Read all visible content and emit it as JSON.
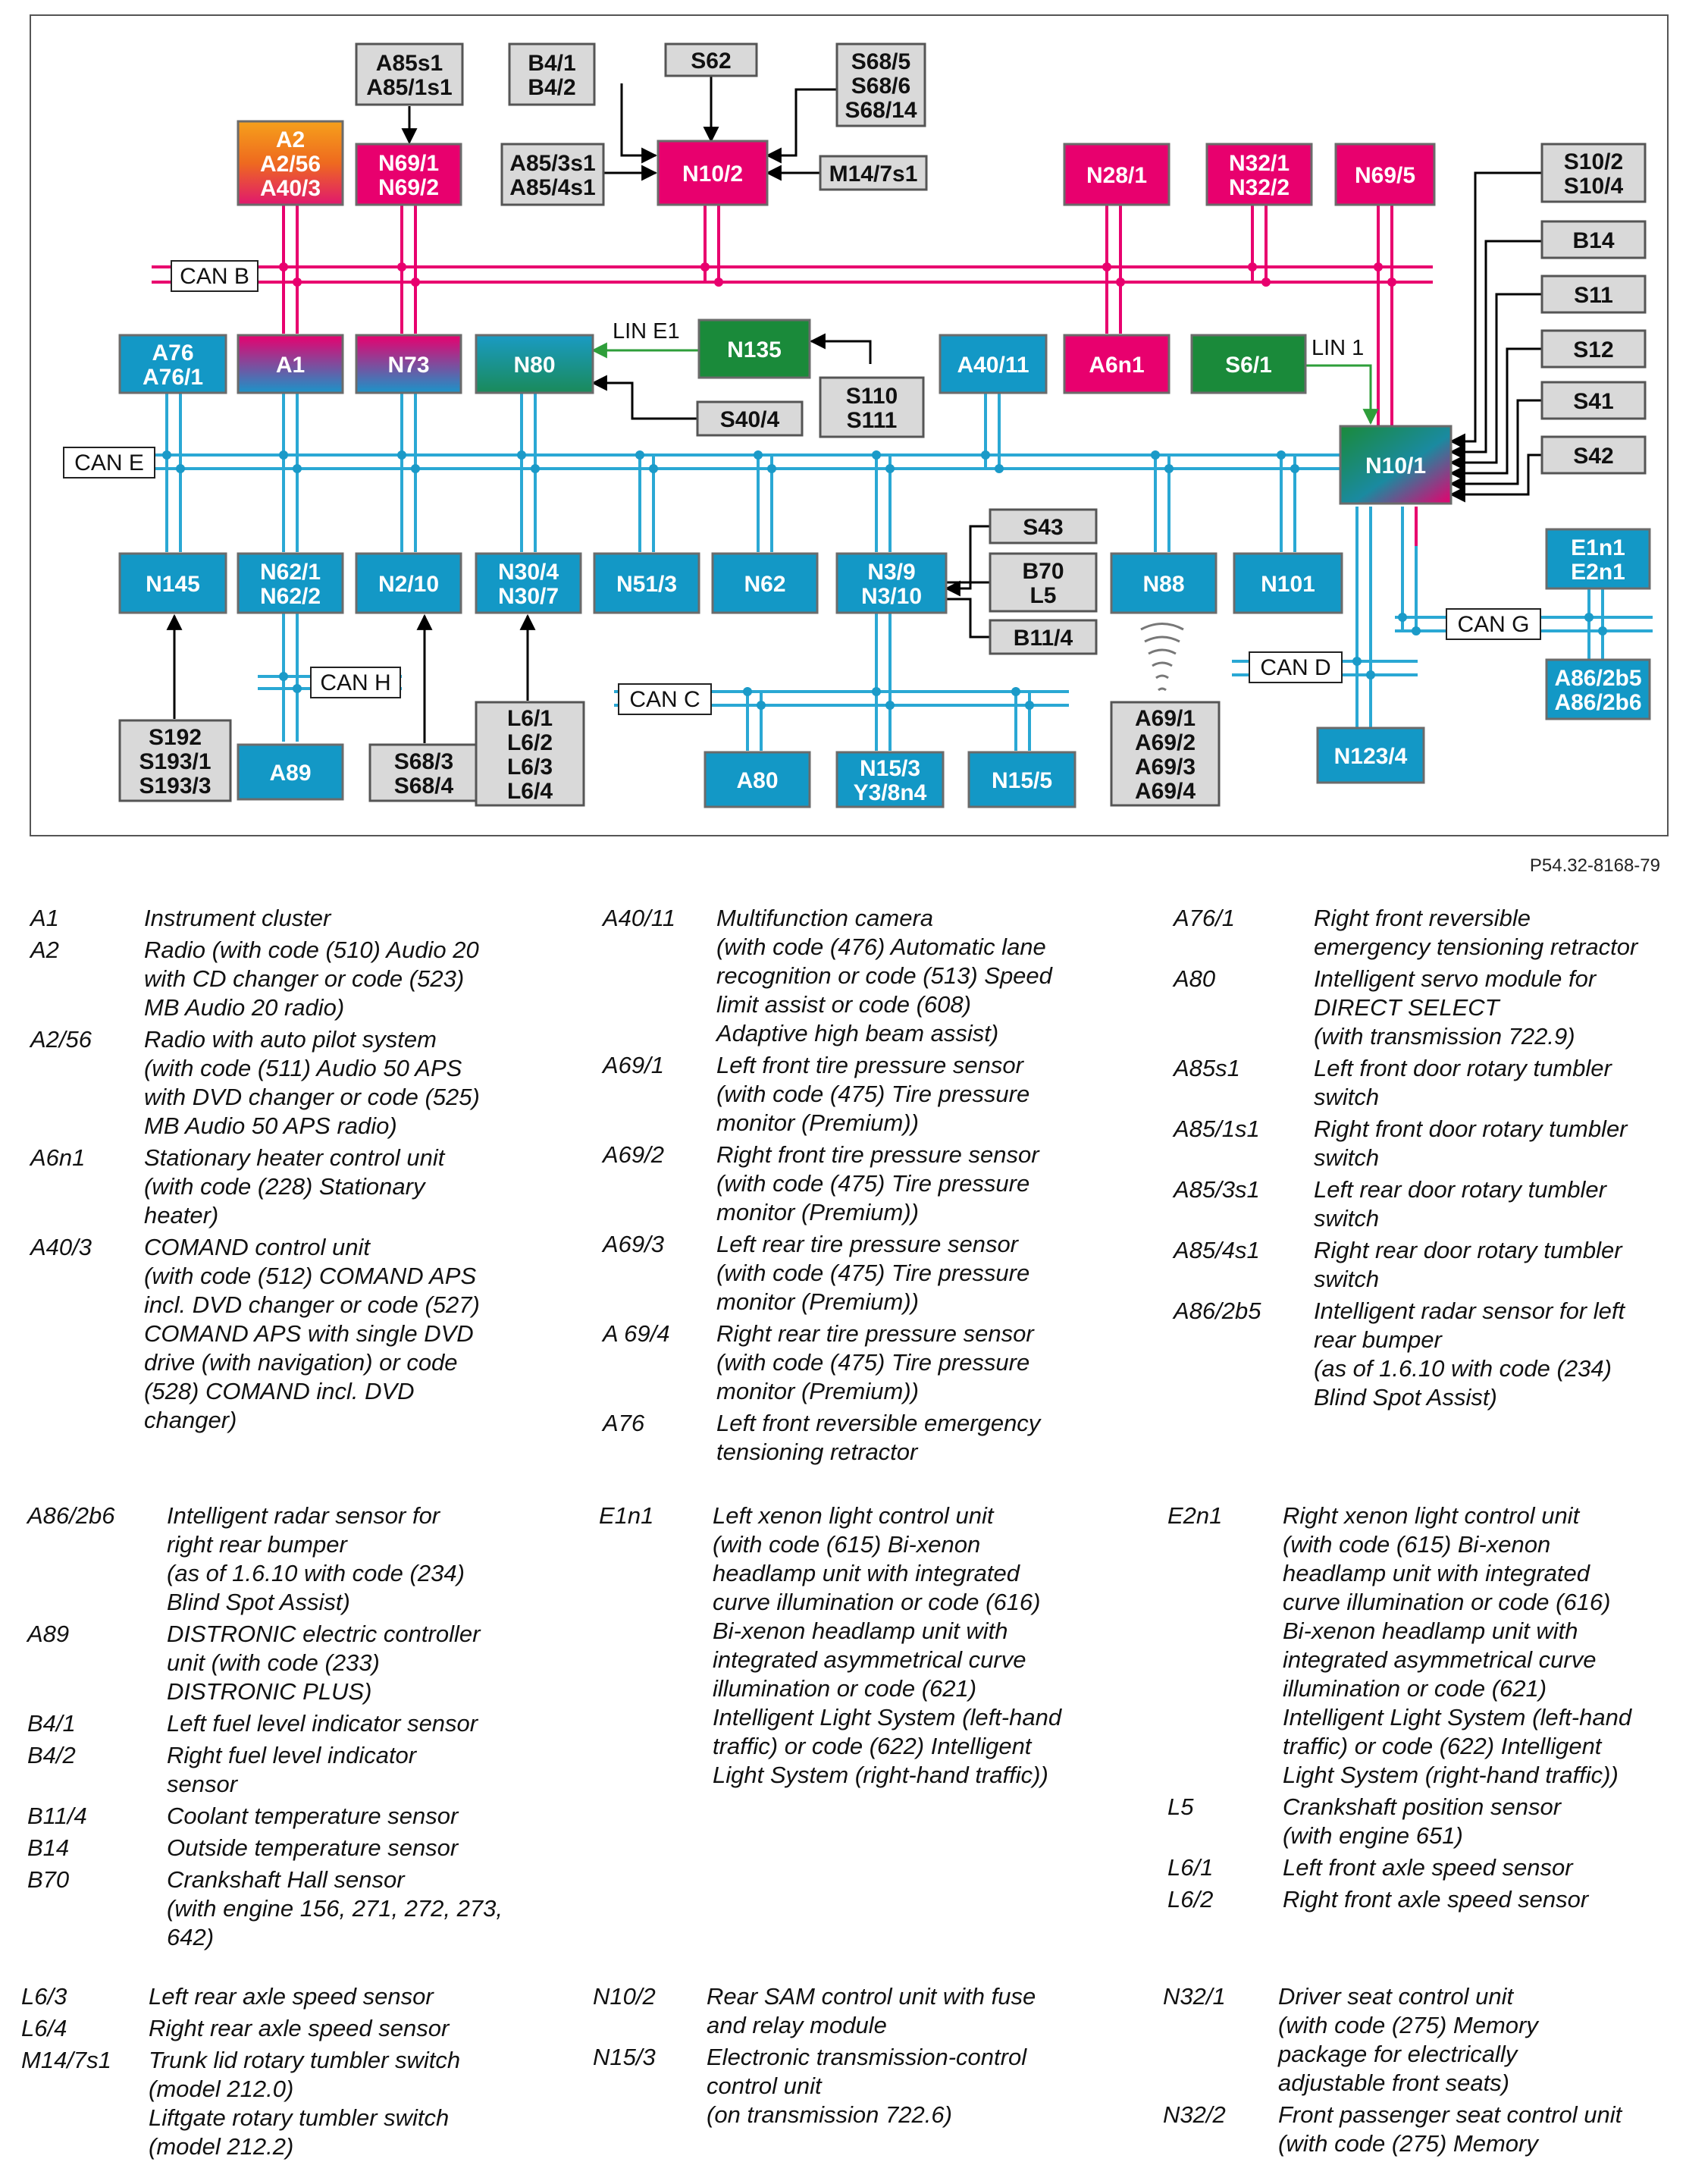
{
  "diagram": {
    "figure_ref": "P54.32-8168-79",
    "colors": {
      "magenta": "#e8006e",
      "cyan": "#1398c6",
      "green": "#1a8a3a",
      "gray": "#d9d9d9",
      "bus_magenta": "#e8006e",
      "bus_cyan": "#2aa8d4",
      "lin_green": "#2e9e3a"
    },
    "buses": {
      "can_b": "CAN B",
      "can_e": "CAN E",
      "can_h": "CAN H",
      "can_c": "CAN C",
      "can_d": "CAN D",
      "can_g": "CAN G",
      "lin_e1": "LIN E1",
      "lin_1": "LIN 1"
    },
    "nodes": {
      "a2": [
        "A2",
        "A2/56",
        "A40/3"
      ],
      "n69_1": [
        "N69/1",
        "N69/2"
      ],
      "a85s1": [
        "A85s1",
        "A85/1s1"
      ],
      "b4": [
        "B4/1",
        "B4/2"
      ],
      "s62": [
        "S62"
      ],
      "s68_5": [
        "S68/5",
        "S68/6",
        "S68/14"
      ],
      "a85_3s1": [
        "A85/3s1",
        "A85/4s1"
      ],
      "n10_2": [
        "N10/2"
      ],
      "m14": [
        "M14/7s1"
      ],
      "n28_1": [
        "N28/1"
      ],
      "n32": [
        "N32/1",
        "N32/2"
      ],
      "n69_5": [
        "N69/5"
      ],
      "s10": [
        "S10/2",
        "S10/4"
      ],
      "b14": [
        "B14"
      ],
      "s11": [
        "S11"
      ],
      "s12": [
        "S12"
      ],
      "s41": [
        "S41"
      ],
      "s42": [
        "S42"
      ],
      "a76": [
        "A76",
        "A76/1"
      ],
      "a1": [
        "A1"
      ],
      "n73": [
        "N73"
      ],
      "n80": [
        "N80"
      ],
      "n135": [
        "N135"
      ],
      "s40_4": [
        "S40/4"
      ],
      "s110": [
        "S110",
        "S111"
      ],
      "a40_11": [
        "A40/11"
      ],
      "a6n1": [
        "A6n1"
      ],
      "s6_1": [
        "S6/1"
      ],
      "n10_1": [
        "N10/1"
      ],
      "n145": [
        "N145"
      ],
      "n62_1": [
        "N62/1",
        "N62/2"
      ],
      "n2_10": [
        "N2/10"
      ],
      "n30_4": [
        "N30/4",
        "N30/7"
      ],
      "n51_3": [
        "N51/3"
      ],
      "n62": [
        "N62"
      ],
      "n3_9": [
        "N3/9",
        "N3/10"
      ],
      "s43": [
        "S43"
      ],
      "b70": [
        "B70",
        "L5"
      ],
      "b11_4": [
        "B11/4"
      ],
      "n88": [
        "N88"
      ],
      "n101": [
        "N101"
      ],
      "e1n1": [
        "E1n1",
        "E2n1"
      ],
      "s192": [
        "S192",
        "S193/1",
        "S193/3"
      ],
      "a89": [
        "A89"
      ],
      "s68_3": [
        "S68/3",
        "S68/4"
      ],
      "l6": [
        "L6/1",
        "L6/2",
        "L6/3",
        "L6/4"
      ],
      "a80": [
        "A80"
      ],
      "n15_3": [
        "N15/3",
        "Y3/8n4"
      ],
      "n15_5": [
        "N15/5"
      ],
      "a69": [
        "A69/1",
        "A69/2",
        "A69/3",
        "A69/4"
      ],
      "n123_4": [
        "N123/4"
      ],
      "a86": [
        "A86/2b5",
        "A86/2b6"
      ]
    }
  },
  "legend": {
    "block1": {
      "col1": [
        {
          "code": "A1",
          "desc": [
            "Instrument cluster"
          ]
        },
        {
          "code": "A2",
          "desc": [
            "Radio (with code (510) Audio 20",
            "with CD changer or code (523)",
            "MB Audio 20 radio)"
          ]
        },
        {
          "code": "A2/56",
          "desc": [
            "Radio with auto pilot system",
            "(with code (511) Audio 50 APS",
            "with DVD changer or code (525)",
            "MB Audio 50 APS radio)"
          ]
        },
        {
          "code": "A6n1",
          "desc": [
            "Stationary heater control unit",
            "(with code (228) Stationary",
            "heater)"
          ]
        },
        {
          "code": "A40/3",
          "desc": [
            "COMAND control unit",
            "(with code (512) COMAND APS",
            "incl. DVD changer or code (527)",
            "COMAND APS with single DVD",
            "drive (with navigation) or code",
            "(528) COMAND incl. DVD",
            "changer)"
          ]
        }
      ],
      "col2": [
        {
          "code": "A40/11",
          "desc": [
            "Multifunction camera",
            "(with code (476) Automatic lane",
            "recognition or code (513) Speed",
            "limit assist or code (608)",
            "Adaptive high beam assist)"
          ]
        },
        {
          "code": "A69/1",
          "desc": [
            "Left front tire pressure sensor",
            "(with code (475) Tire pressure",
            "monitor (Premium))"
          ]
        },
        {
          "code": "A69/2",
          "desc": [
            "Right front tire pressure sensor",
            "(with code (475) Tire pressure",
            "monitor (Premium))"
          ]
        },
        {
          "code": "A69/3",
          "desc": [
            "Left rear tire pressure sensor",
            "(with code (475) Tire pressure",
            "monitor (Premium))"
          ]
        },
        {
          "code": "A 69/4",
          "desc": [
            "Right rear tire pressure sensor",
            "(with code (475) Tire pressure",
            "monitor (Premium))"
          ]
        },
        {
          "code": "A76",
          "desc": [
            "Left front reversible emergency",
            "tensioning retractor"
          ]
        }
      ],
      "col3": [
        {
          "code": "A76/1",
          "desc": [
            "Right front reversible",
            "emergency tensioning retractor"
          ]
        },
        {
          "code": "A80",
          "desc": [
            "Intelligent servo module for",
            "DIRECT SELECT",
            "(with transmission 722.9)"
          ]
        },
        {
          "code": "A85s1",
          "desc": [
            "Left front door rotary tumbler",
            "switch"
          ]
        },
        {
          "code": "A85/1s1",
          "desc": [
            "Right front door rotary tumbler",
            "switch"
          ]
        },
        {
          "code": "A85/3s1",
          "desc": [
            "Left rear door rotary tumbler",
            "switch"
          ]
        },
        {
          "code": "A85/4s1",
          "desc": [
            "Right rear door rotary tumbler",
            "switch"
          ]
        },
        {
          "code": "A86/2b5",
          "desc": [
            "Intelligent radar sensor for left",
            "rear bumper",
            "(as of 1.6.10 with code (234)",
            "Blind Spot Assist)"
          ]
        }
      ]
    },
    "block2": {
      "col1": [
        {
          "code": "A86/2b6",
          "desc": [
            "Intelligent radar sensor for",
            "right rear bumper",
            "(as of 1.6.10 with code (234)",
            "Blind Spot Assist)"
          ]
        },
        {
          "code": "A89",
          "desc": [
            "DISTRONIC electric controller",
            "unit (with code (233)",
            "DISTRONIC PLUS)"
          ]
        },
        {
          "code": "B4/1",
          "desc": [
            "Left fuel level indicator sensor"
          ]
        },
        {
          "code": "B4/2",
          "desc": [
            "Right fuel level indicator",
            "sensor"
          ]
        },
        {
          "code": "B11/4",
          "desc": [
            "Coolant temperature sensor"
          ]
        },
        {
          "code": "B14",
          "desc": [
            "Outside temperature sensor"
          ]
        },
        {
          "code": "B70",
          "desc": [
            "Crankshaft Hall sensor",
            "(with engine 156, 271, 272, 273,",
            "642)"
          ]
        }
      ],
      "col2": [
        {
          "code": "E1n1",
          "desc": [
            "Left xenon light control unit",
            "(with code (615) Bi-xenon",
            "headlamp unit with integrated",
            "curve illumination or code (616)",
            "Bi-xenon headlamp unit with",
            "integrated asymmetrical curve",
            "illumination or code (621)",
            "Intelligent Light System (left-hand",
            "traffic) or code (622) Intelligent",
            "Light System (right-hand traffic))"
          ]
        }
      ],
      "col3": [
        {
          "code": "E2n1",
          "desc": [
            "Right xenon light control unit",
            "(with code (615) Bi-xenon",
            "headlamp unit with integrated",
            "curve illumination or code (616)",
            "Bi-xenon headlamp unit with",
            "integrated asymmetrical curve",
            "illumination or code (621)",
            "Intelligent Light System (left-hand",
            "traffic) or code (622) Intelligent",
            "Light System (right-hand traffic))"
          ]
        },
        {
          "code": "L5",
          "desc": [
            "Crankshaft position sensor",
            "(with engine 651)"
          ]
        },
        {
          "code": "L6/1",
          "desc": [
            "Left front axle speed sensor"
          ]
        },
        {
          "code": "L6/2",
          "desc": [
            "Right front axle speed sensor"
          ]
        }
      ]
    },
    "block3": {
      "col1": [
        {
          "code": "L6/3",
          "desc": [
            "Left rear axle speed sensor"
          ]
        },
        {
          "code": "L6/4",
          "desc": [
            "Right rear axle speed sensor"
          ]
        },
        {
          "code": "M14/7s1",
          "desc": [
            "Trunk lid rotary tumbler switch",
            "(model 212.0)",
            "Liftgate rotary tumbler switch",
            "(model 212.2)"
          ]
        }
      ],
      "col2": [
        {
          "code": "N10/2",
          "desc": [
            "Rear SAM control unit with fuse",
            "and relay module"
          ]
        },
        {
          "code": "N15/3",
          "desc": [
            "Electronic transmission-control",
            "control unit",
            "(on transmission 722.6)"
          ]
        }
      ],
      "col3": [
        {
          "code": "N32/1",
          "desc": [
            "Driver seat control unit",
            "(with code (275) Memory",
            "package for electrically",
            "adjustable front seats)"
          ]
        },
        {
          "code": "N32/2",
          "desc": [
            "Front passenger seat control unit",
            "(with code (275) Memory"
          ]
        }
      ]
    }
  }
}
